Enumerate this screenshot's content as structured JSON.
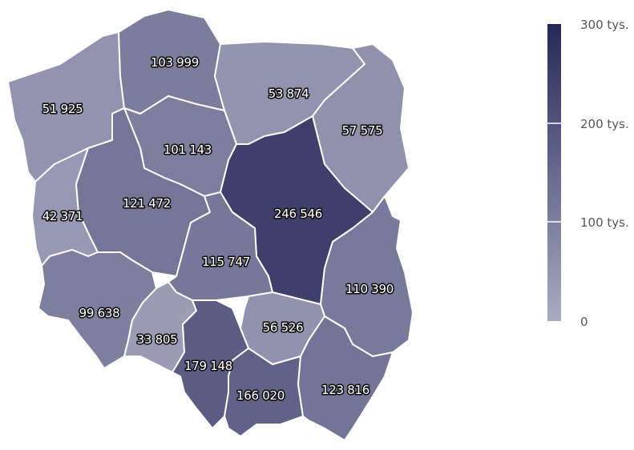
{
  "chart_data": {
    "type": "choropleth",
    "regions": [
      {
        "id": "zachodniopomorskie",
        "value": 51925,
        "label": "51 925"
      },
      {
        "id": "pomorskie",
        "value": 103999,
        "label": "103 999"
      },
      {
        "id": "warminsko-mazurskie",
        "value": 53874,
        "label": "53 874"
      },
      {
        "id": "podlaskie",
        "value": 57575,
        "label": "57 575"
      },
      {
        "id": "kujawsko-pomorskie",
        "value": 101143,
        "label": "101 143"
      },
      {
        "id": "lubuskie",
        "value": 42371,
        "label": "42 371"
      },
      {
        "id": "wielkopolskie",
        "value": 121472,
        "label": "121 472"
      },
      {
        "id": "mazowieckie",
        "value": 246546,
        "label": "246 546"
      },
      {
        "id": "lodzkie",
        "value": 115747,
        "label": "115 747"
      },
      {
        "id": "lubelskie",
        "value": 110390,
        "label": "110 390"
      },
      {
        "id": "dolnoslaskie",
        "value": 99638,
        "label": "99 638"
      },
      {
        "id": "opolskie",
        "value": 33805,
        "label": "33 805"
      },
      {
        "id": "swietokrzyskie",
        "value": 56526,
        "label": "56 526"
      },
      {
        "id": "slaskie",
        "value": 179148,
        "label": "179 148"
      },
      {
        "id": "malopolskie",
        "value": 166020,
        "label": "166 020"
      },
      {
        "id": "podkarpackie",
        "value": 123816,
        "label": "123 816"
      }
    ],
    "colorscale": {
      "range": [
        0,
        300000
      ],
      "low_color": "#aaaac2",
      "high_color": "#262858",
      "ticks": [
        {
          "value": 0,
          "label": "0"
        },
        {
          "value": 100000,
          "label": "100 tys."
        },
        {
          "value": 200000,
          "label": "200 tys."
        },
        {
          "value": 300000,
          "label": "300 tys."
        }
      ]
    }
  }
}
